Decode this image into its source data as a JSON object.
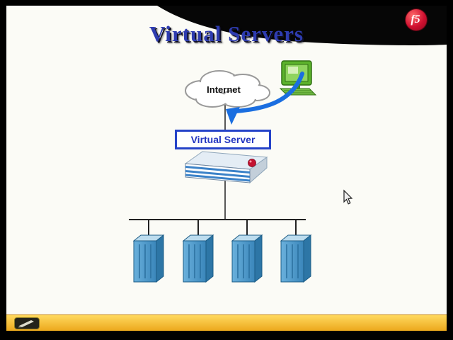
{
  "slide": {
    "title": "Virtual Servers",
    "logo_text": "f5"
  },
  "diagram": {
    "internet_label": "Internet",
    "virtual_server_label": "Virtual Server",
    "server_count": 4
  },
  "icons": {
    "logo": "f5-ball",
    "cloud": "internet-cloud",
    "client": "desktop-computer",
    "arrow": "traffic-flow-arrow",
    "device": "bigip-appliance",
    "server": "server-tower",
    "cursor": "arrow-pointer",
    "toolbar_tool": "annotation-pen"
  },
  "colors": {
    "title_blue": "#2e3cb0",
    "logo_red": "#c41230",
    "box_border_blue": "#2543c8",
    "arrow_blue": "#1a6ee0",
    "server_blue": "#4a9cd0",
    "computer_green": "#5cb32c",
    "bar_yellow_top": "#ffd95e",
    "bar_yellow_bottom": "#eca81c",
    "background": "#000000",
    "slide_background": "#fbfbf6"
  }
}
